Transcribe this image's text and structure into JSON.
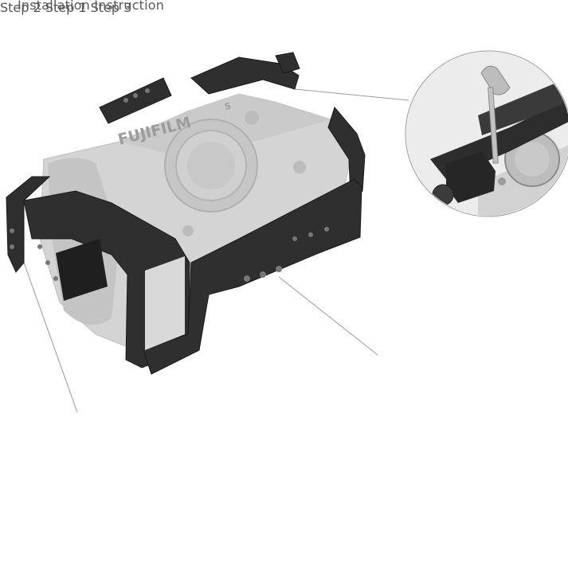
{
  "header": {
    "title": "Installation Instruction"
  },
  "steps": [
    {
      "label": "Step 1"
    },
    {
      "label": "Step 2"
    },
    {
      "label": "Step 3"
    }
  ],
  "camera": {
    "brand": "FUJIFILM",
    "model_badge": "S"
  }
}
